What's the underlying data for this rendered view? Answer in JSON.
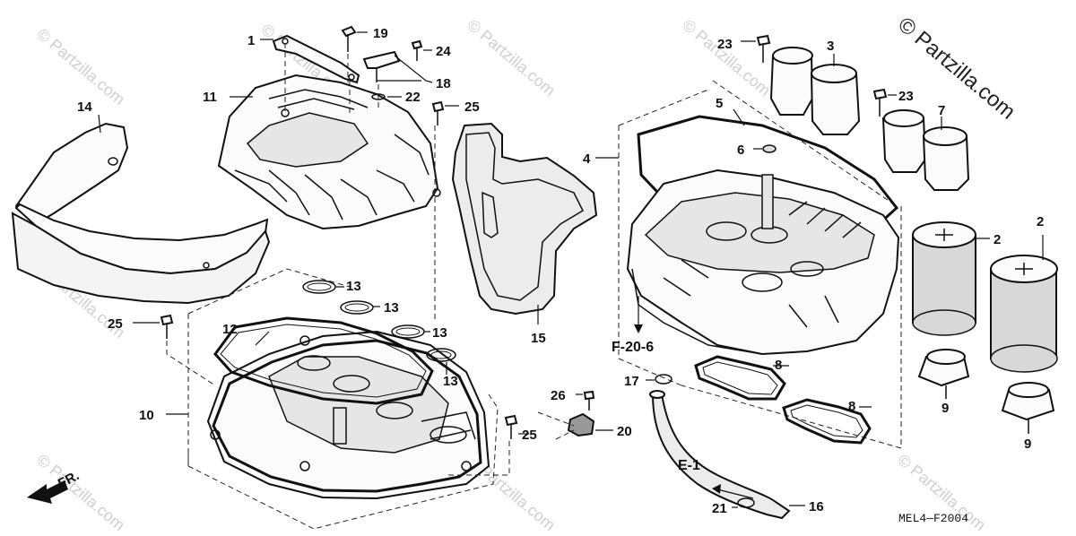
{
  "copyright": "© Partzilla.com",
  "watermark": "© Partzilla.com",
  "diagram_code": "MEL4—F2004",
  "direction_label": "FR.",
  "callouts": {
    "p1": "1",
    "p2a": "2",
    "p2b": "2",
    "p3": "3",
    "p4": "4",
    "p5": "5",
    "p6": "6",
    "p7": "7",
    "p8a": "8",
    "p8b": "8",
    "p9a": "9",
    "p9b": "9",
    "p10": "10",
    "p11": "11",
    "p12": "12",
    "p13a": "13",
    "p13b": "13",
    "p13c": "13",
    "p13d": "13",
    "p14": "14",
    "p15": "15",
    "p16": "16",
    "p17": "17",
    "p18": "18",
    "p19": "19",
    "p20": "20",
    "p21": "21",
    "p22": "22",
    "p23a": "23",
    "p23b": "23",
    "p24": "24",
    "p25a": "25",
    "p25b": "25",
    "p25c": "25",
    "p26": "26"
  },
  "references": {
    "f20": "F-20-6",
    "e1": "E-1"
  }
}
